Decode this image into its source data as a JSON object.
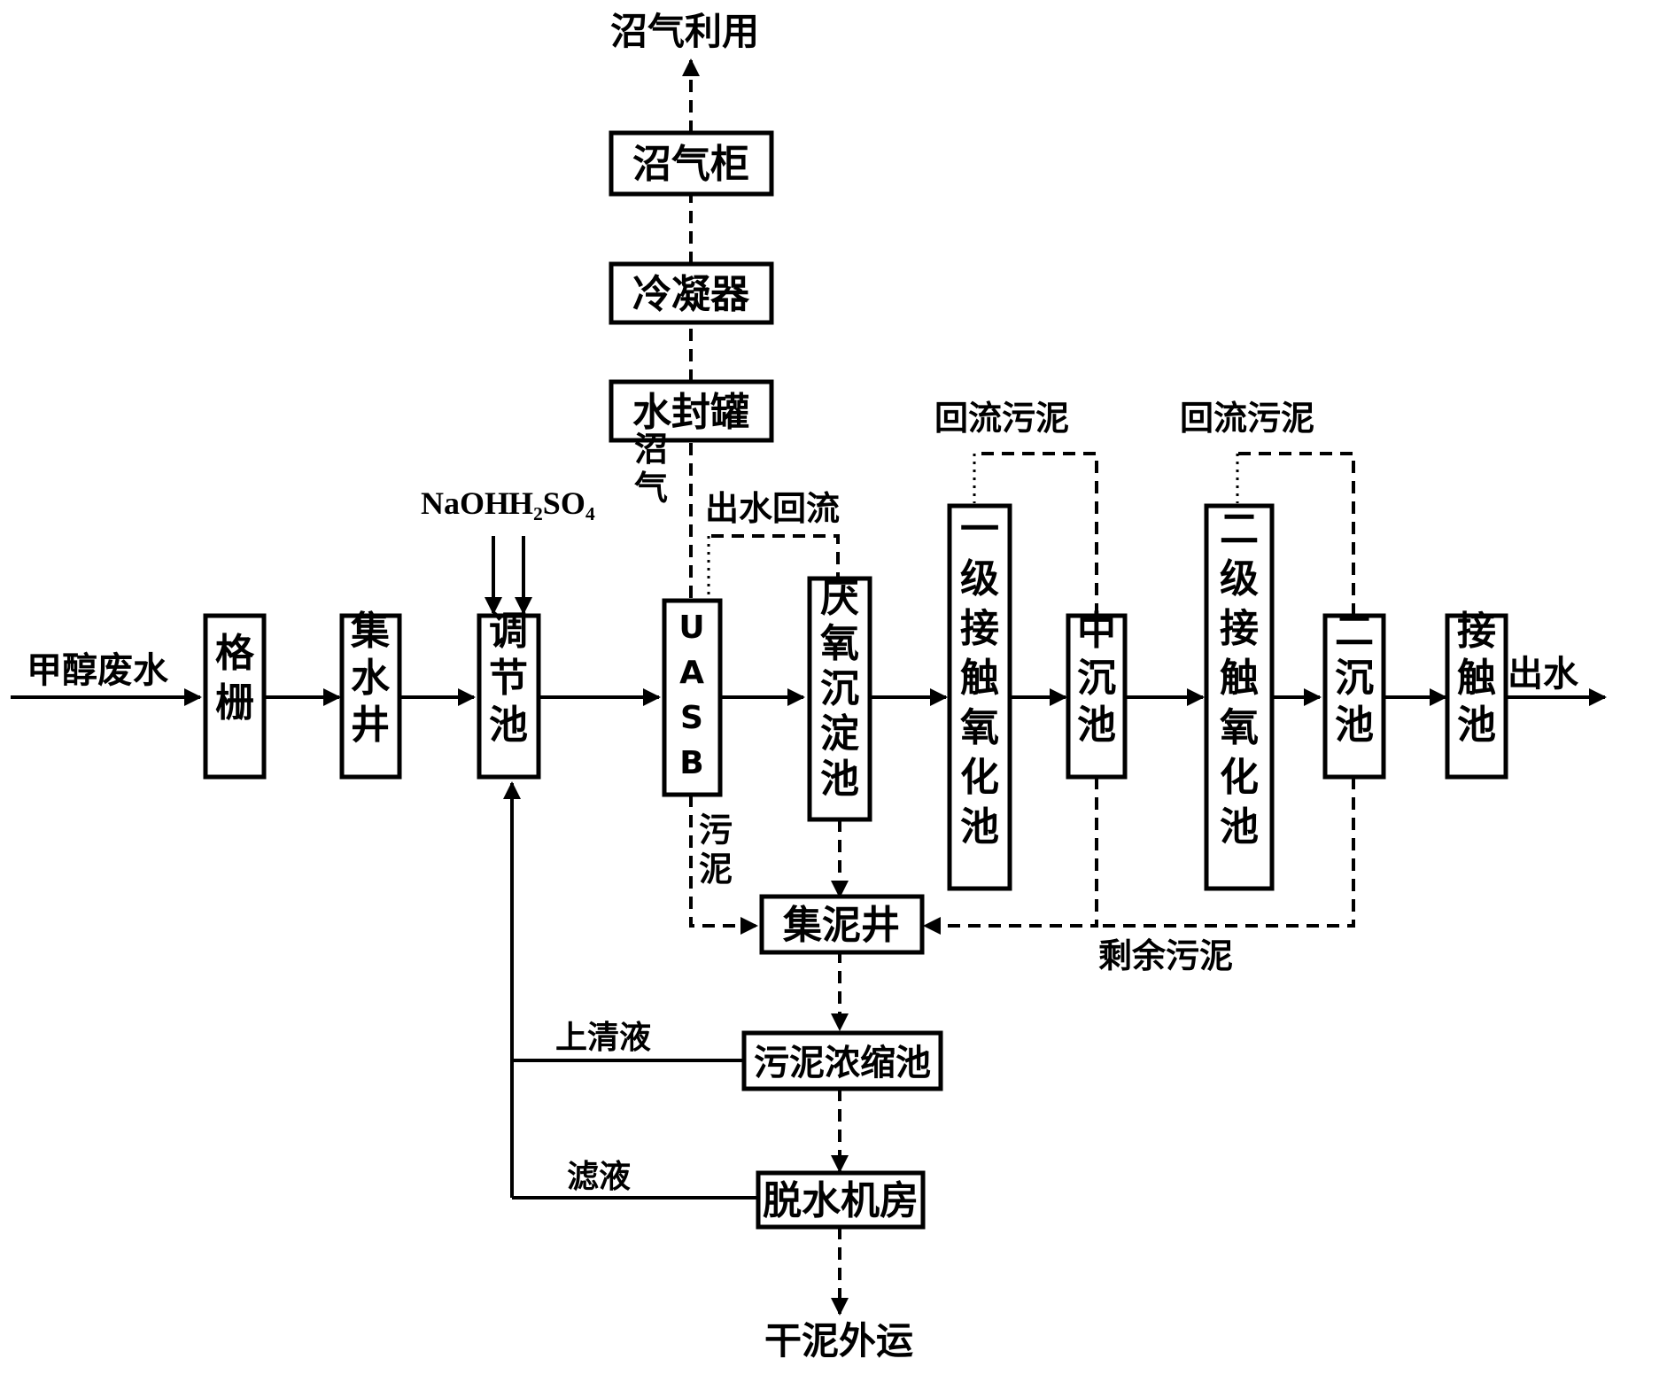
{
  "colors": {
    "line": "#000000",
    "background": "#ffffff"
  },
  "units": {
    "grille": "格栅",
    "collection_well": "集水井",
    "equalization_tank": "调节池",
    "uasb": "UASB",
    "anaerobic_sedimentation": "厌氧沉淀池",
    "primary_contact_oxidation": "一级接触氧化池",
    "intermediate_sedimentation": "中沉池",
    "secondary_contact_oxidation": "二级接触氧化池",
    "secondary_sedimentation": "二沉池",
    "contact_tank": "接触池",
    "water_seal_tank": "水封罐",
    "condenser": "冷凝器",
    "gas_holder": "沼气柜",
    "sludge_well": "集泥井",
    "sludge_thickener": "污泥浓缩池",
    "dewatering_room": "脱水机房"
  },
  "labels": {
    "influent": "甲醇废水",
    "effluent": "出水",
    "naoh": "NaOH",
    "h2so4": "H₂SO₄",
    "biogas": "沼气",
    "biogas_use": "沼气利用",
    "effluent_recycle": "出水回流",
    "return_sludge_1": "回流污泥",
    "return_sludge_2": "回流污泥",
    "uasb_sludge": "污泥",
    "excess_sludge": "剩余污泥",
    "supernatant": "上清液",
    "filtrate": "滤液",
    "dry_sludge": "干泥外运"
  }
}
